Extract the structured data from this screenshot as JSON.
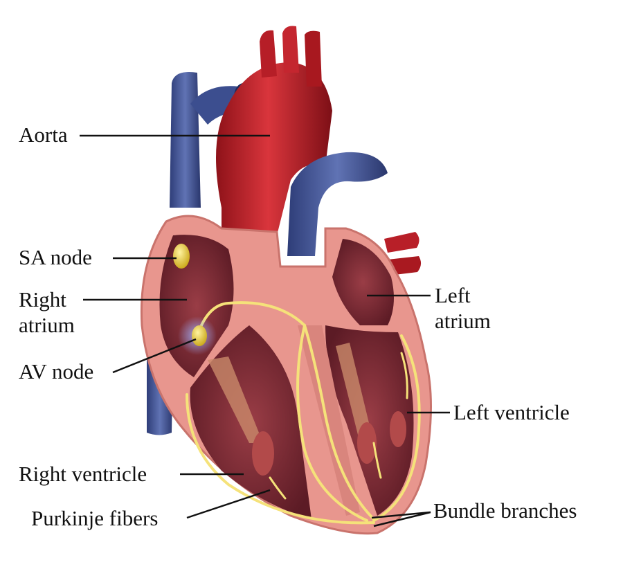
{
  "labels": {
    "aorta": "Aorta",
    "sa_node": "SA node",
    "right_atrium": [
      "Right",
      "atrium"
    ],
    "av_node": "AV node",
    "right_ventricle": "Right ventricle",
    "purkinje_fibers": "Purkinje fibers",
    "left_atrium": [
      "Left",
      "atrium"
    ],
    "left_ventricle": "Left ventricle",
    "bundle_branches": "Bundle branches"
  },
  "colors": {
    "background": "#ffffff",
    "aorta_red": "#c0222b",
    "vein_blue": "#4a5d9c",
    "myocardium_pink": "#e8968e",
    "chamber_dark": "#7a2a35",
    "conduction_yellow": "#f5e27a",
    "node_yellow": "#e2c32a"
  }
}
